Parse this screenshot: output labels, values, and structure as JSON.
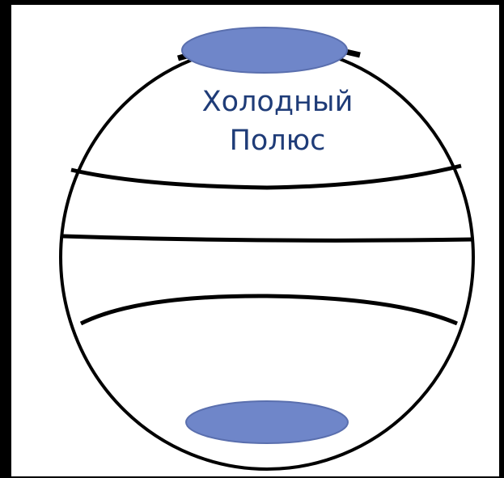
{
  "diagram": {
    "label_line1": "Холодный",
    "label_line2": "Полюс",
    "colors": {
      "background": "#000000",
      "panel": "#ffffff",
      "outline": "#000000",
      "pole_fill": "#6f86c9",
      "label_text": "#1f3c78"
    },
    "icons": [
      "sphere-outline",
      "latitude-band",
      "polar-cap"
    ]
  }
}
